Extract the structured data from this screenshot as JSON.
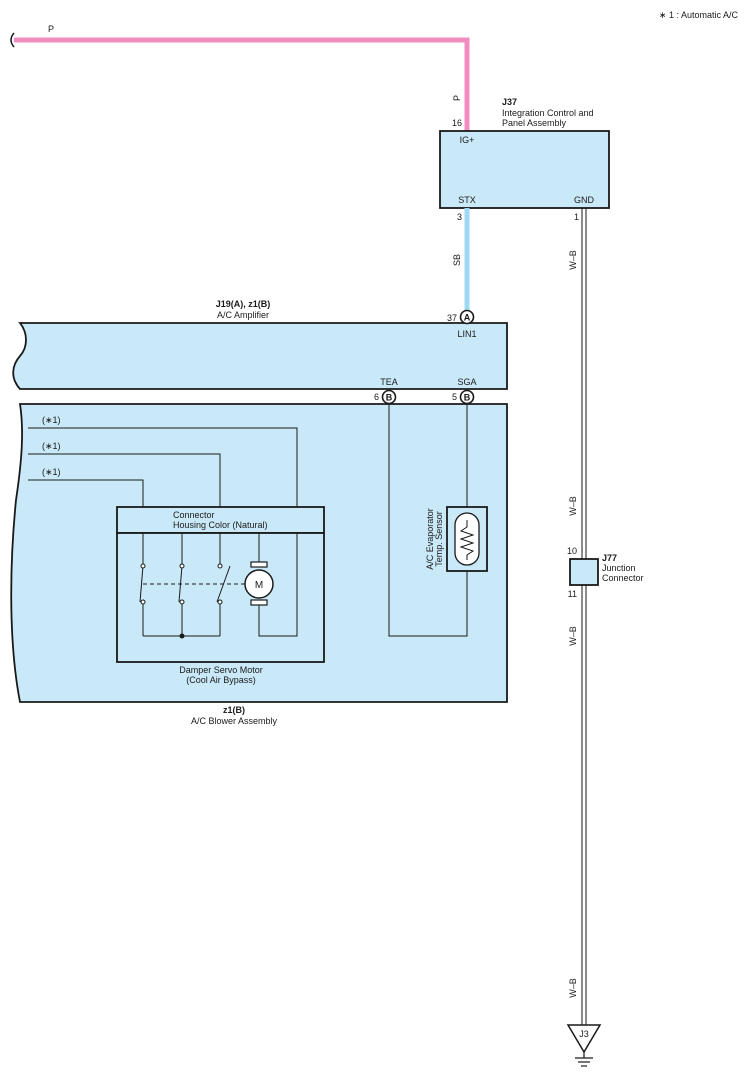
{
  "note": "∗ 1 : Automatic A/C",
  "colors": {
    "wire_pink": "#f08cbf",
    "wire_sky_blue": "#9fd8f2",
    "box_fill": "#c9e9f8",
    "line": "#1a1a1a"
  },
  "wires": {
    "top_wire_label": "P",
    "vertical_p_label": "P",
    "sb_label": "SB",
    "wb_labels": [
      "W–B",
      "W–B",
      "W–B",
      "W–B"
    ]
  },
  "j37": {
    "code": "J37",
    "name_line1": "Integration Control and",
    "name_line2": "Panel Assembly",
    "pin_ig_num": "16",
    "pin_ig_name": "IG+",
    "pin_stx_name": "STX",
    "pin_stx_num": "3",
    "pin_gnd_name": "GND",
    "pin_gnd_num": "1"
  },
  "amplifier": {
    "code": "J19(A), z1(B)",
    "name": "A/C Amplifier",
    "lin_pin_num": "37",
    "lin_conn": "A",
    "lin_name": "LIN1",
    "tea_name": "TEA",
    "tea_pin_num": "6",
    "tea_conn": "B",
    "sga_name": "SGA",
    "sga_pin_num": "5",
    "sga_conn": "B"
  },
  "blower": {
    "code": "z1(B)",
    "name": "A/C Blower Assembly",
    "star_labels": [
      "(∗1)",
      "(∗1)",
      "(∗1)"
    ],
    "connector_line1": "Connector",
    "connector_line2": "Housing Color (Natural)",
    "motor_letter": "M",
    "servo_line1": "Damper Servo Motor",
    "servo_line2": "(Cool Air Bypass)",
    "sensor_line1": "A/C Evaporator",
    "sensor_line2": "Temp. Sensor"
  },
  "j77": {
    "code": "J77",
    "name_line1": "Junction",
    "name_line2": "Connector",
    "pin_top": "10",
    "pin_bottom": "11"
  },
  "ground": {
    "code": "J3"
  }
}
